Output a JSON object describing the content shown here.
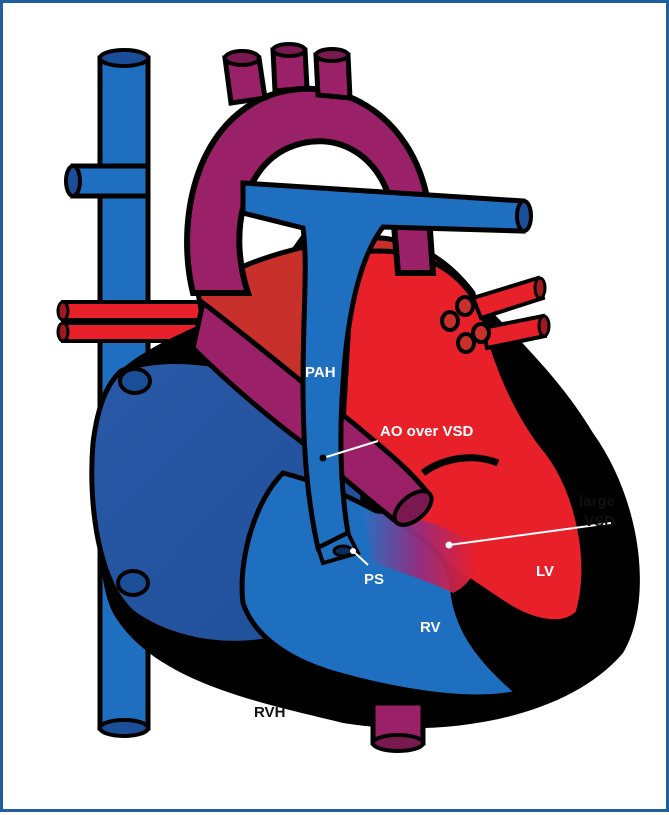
{
  "diagram": {
    "labels": {
      "pah": "PAH",
      "ao_over_vsd": "AO over VSD",
      "large_vsd_line1": "large",
      "large_vsd_line2": "VSD",
      "lv": "LV",
      "ps": "PS",
      "rv": "RV",
      "rvh": "RVH"
    },
    "colors": {
      "frame": "#1f5fa0",
      "venous_blue": "#1f6fc0",
      "deep_blue": "#2457a8",
      "aorta_purple": "#9a2068",
      "arterial_red": "#e8202a",
      "dark_red": "#c0282a",
      "outline": "#000000"
    }
  }
}
